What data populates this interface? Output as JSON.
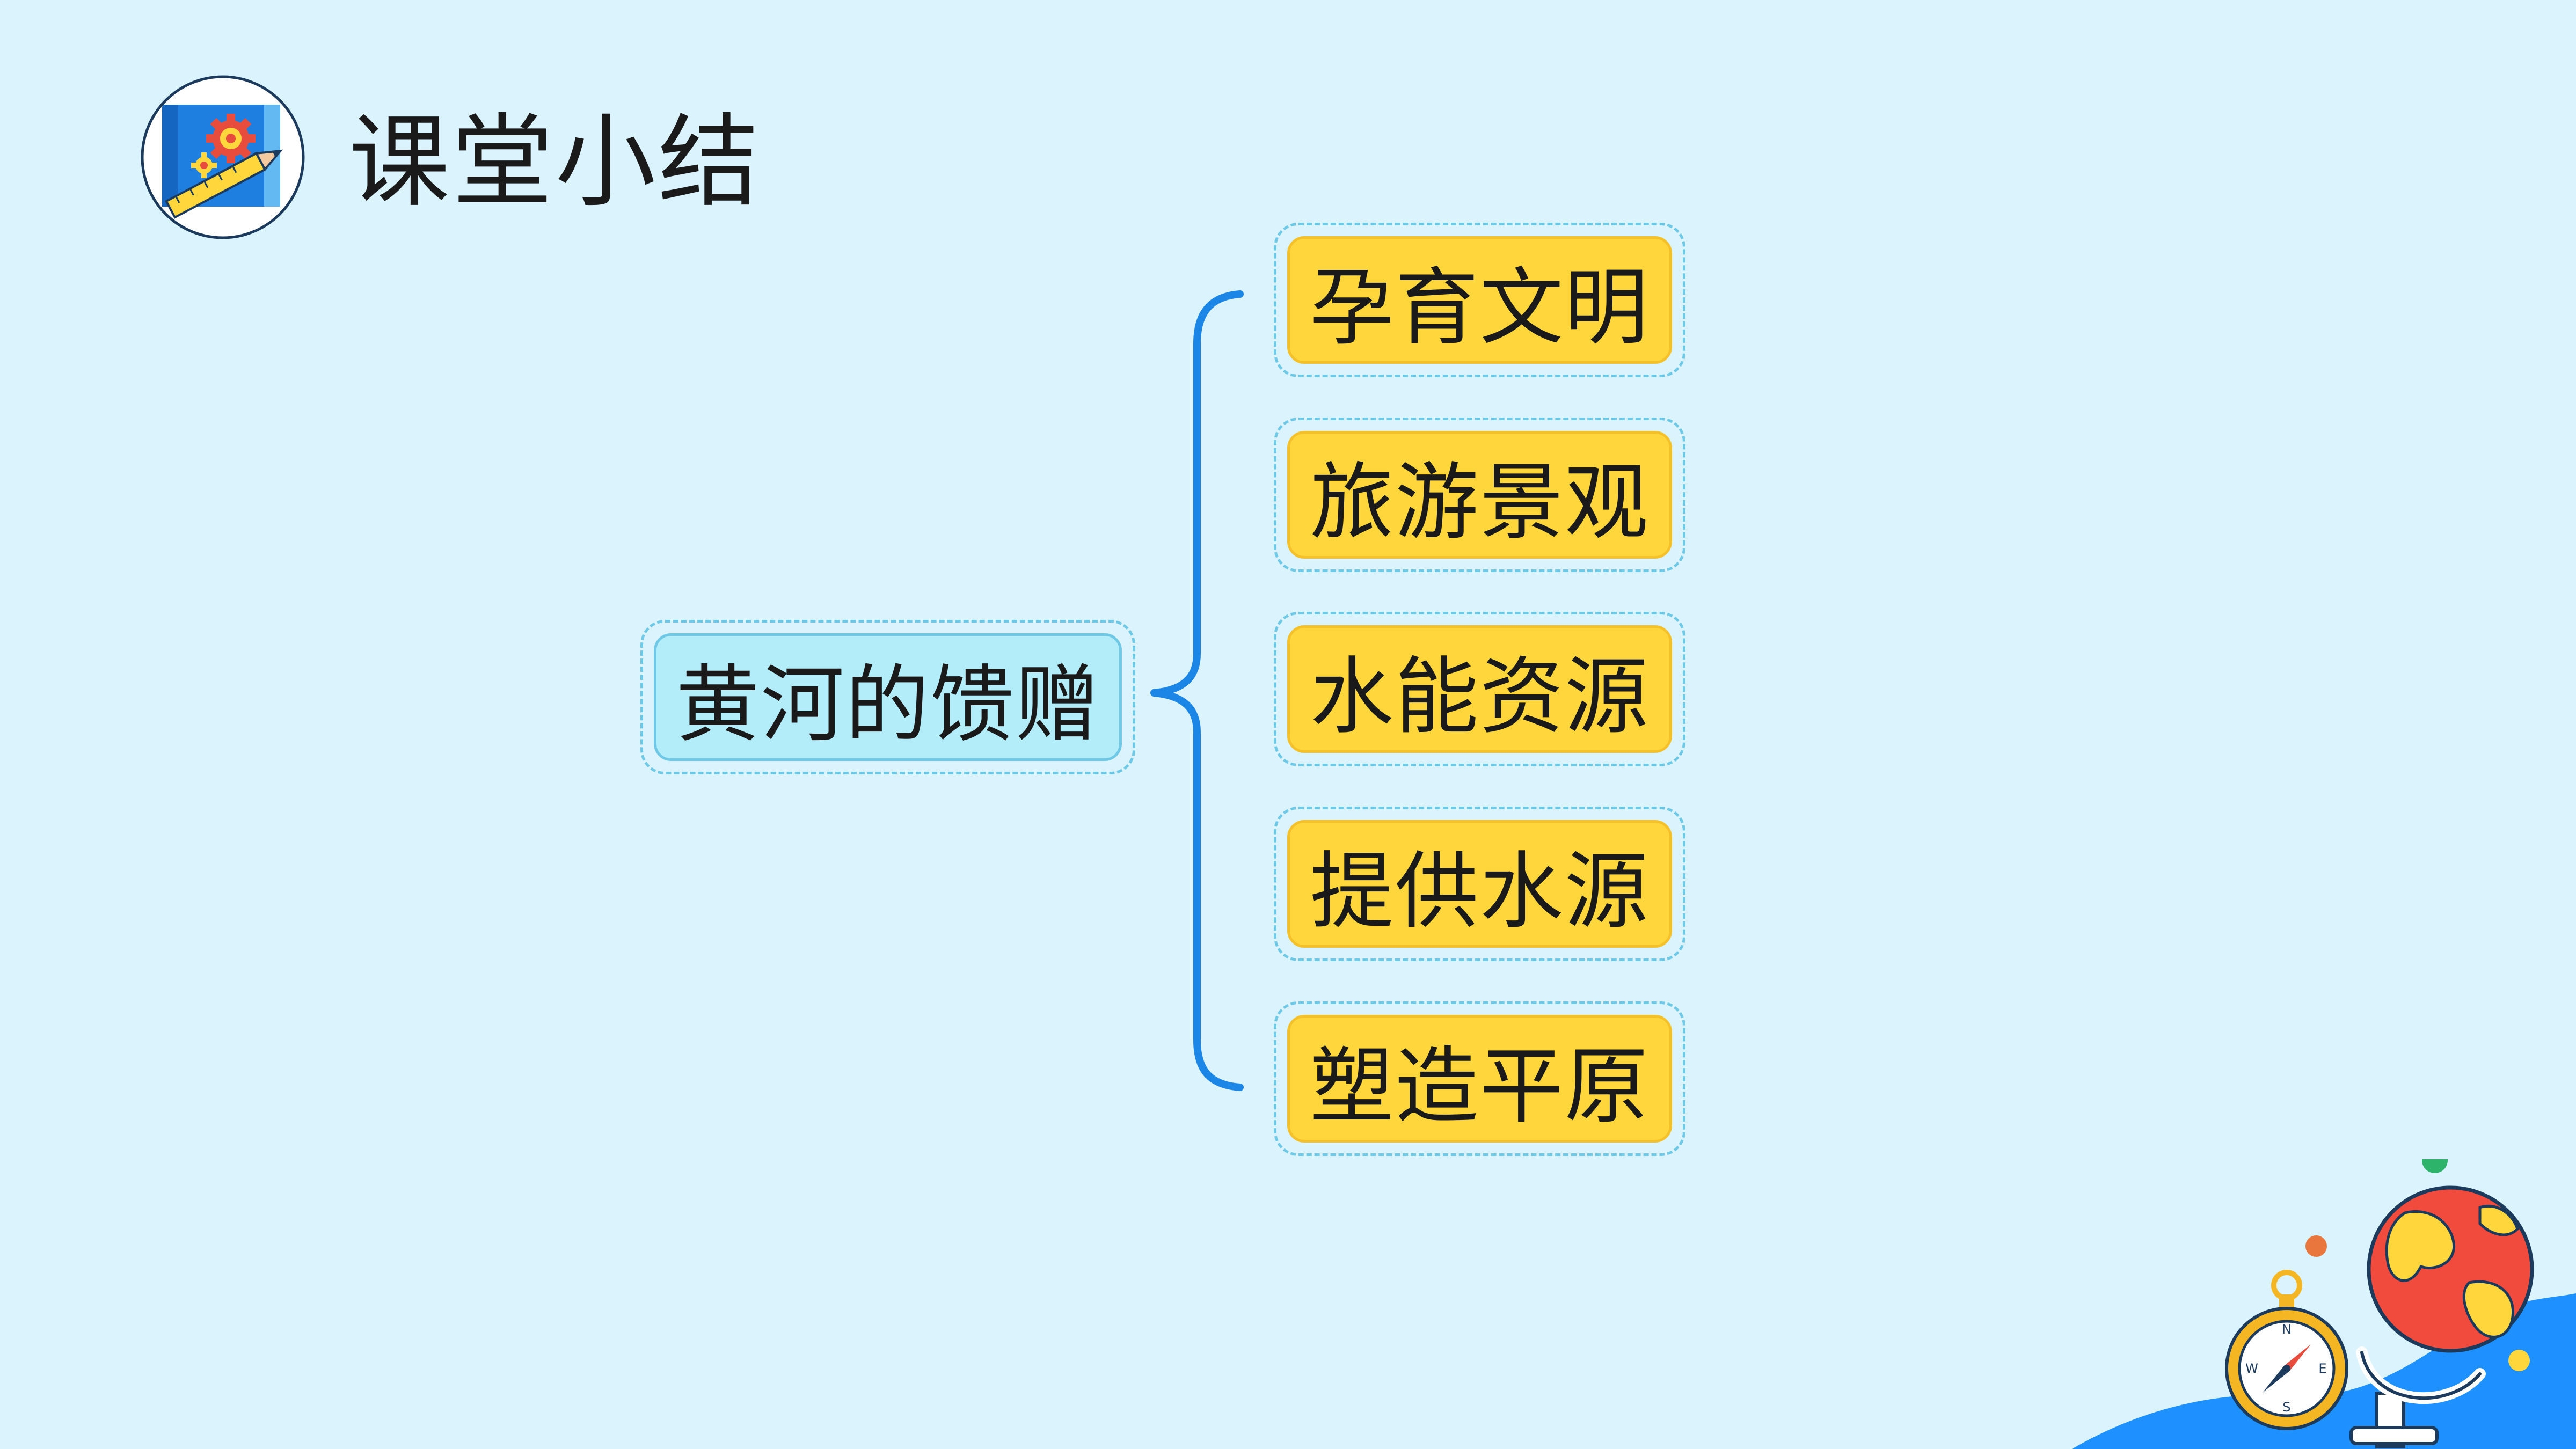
{
  "header": {
    "title": "课堂小结",
    "icon": "blueprint-gear-pencil-icon"
  },
  "mindmap": {
    "root": "黄河的馈赠",
    "branches": [
      {
        "label": "孕育文明"
      },
      {
        "label": "旅游景观"
      },
      {
        "label": "水能资源"
      },
      {
        "label": "提供水源"
      },
      {
        "label": "塑造平原"
      }
    ]
  },
  "decoration": {
    "icons": [
      "compass-icon",
      "globe-icon"
    ]
  },
  "colors": {
    "background": "#daf3fd",
    "root_fill": "#b4edfa",
    "branch_fill": "#ffd73d",
    "brace": "#1b86e6",
    "dashed_border": "#6fc9e6"
  }
}
